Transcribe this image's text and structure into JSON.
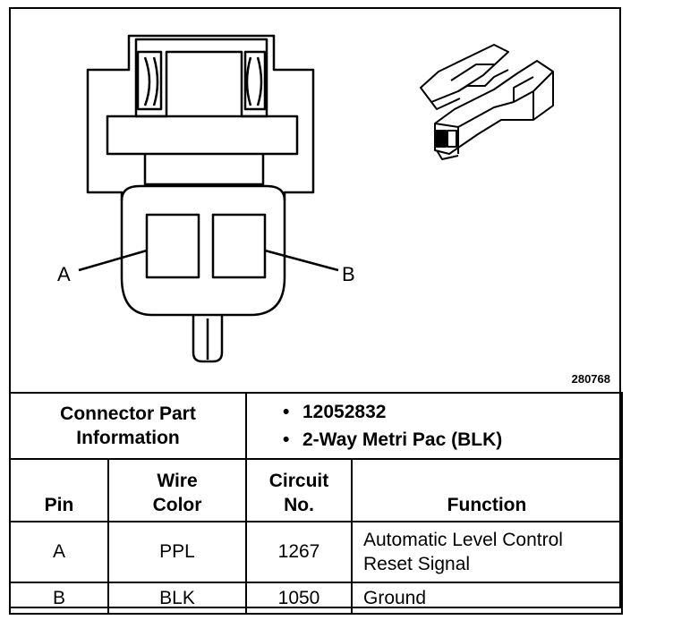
{
  "figure_id": "280768",
  "pin_labels": {
    "a": "A",
    "b": "B"
  },
  "connector_info": {
    "label_line1": "Connector Part",
    "label_line2": "Information",
    "part_number": "12052832",
    "description": "2-Way Metri Pac (BLK)",
    "bullet": "•"
  },
  "table": {
    "headers": {
      "pin": "Pin",
      "wire_color_line1": "Wire",
      "wire_color_line2": "Color",
      "circuit_line1": "Circuit",
      "circuit_line2": "No.",
      "function": "Function"
    },
    "rows": [
      {
        "pin": "A",
        "wire_color": "PPL",
        "circuit": "1267",
        "function_line1": "Automatic Level Control",
        "function_line2": "Reset Signal"
      },
      {
        "pin": "B",
        "wire_color": "BLK",
        "circuit": "1050",
        "function_line1": "Ground",
        "function_line2": ""
      }
    ]
  }
}
